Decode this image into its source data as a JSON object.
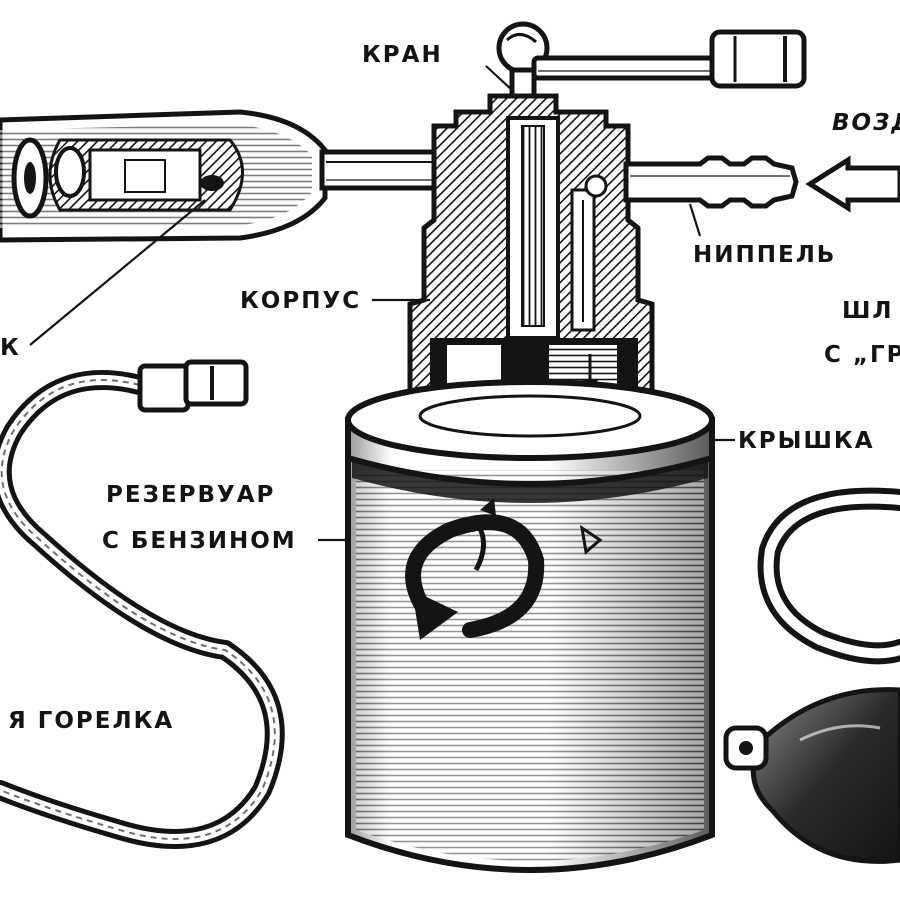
{
  "colors": {
    "ink": "#141414",
    "paper": "#ffffff",
    "shade": "#6f6f6f"
  },
  "labels": {
    "kran": "КРАН",
    "vozd": "ВОЗД",
    "nippel": "НИППЕЛЬ",
    "korpus": "КОРПУС",
    "shl": "ШЛ",
    "gr": "С „ГР",
    "k": "К",
    "kryshka": "КРЫШКА",
    "rezervuar_line1": "РЕЗЕРВУАР",
    "rezervuar_line2": "С БЕНЗИНОМ",
    "gorelka": "Я ГОРЕЛКА"
  }
}
